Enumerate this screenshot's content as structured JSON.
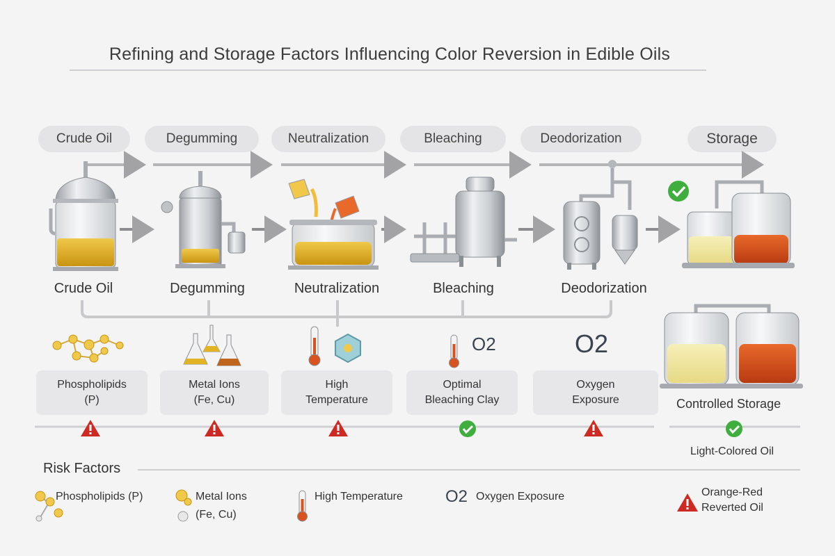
{
  "title": "Refining and Storage Factors Influencing Color Reversion in Edible Oils",
  "steps": [
    "Crude Oil",
    "Degumming",
    "Neutralization",
    "Bleaching",
    "Deodorization",
    "Storage"
  ],
  "stage_labels": [
    "Crude Oil",
    "Degumming",
    "Neutralization",
    "Bleaching",
    "Deodorization"
  ],
  "factors": [
    {
      "line1": "Phospholipids",
      "line2": "(P)",
      "status": "warning"
    },
    {
      "line1": "Metal Ions",
      "line2": "(Fe, Cu)",
      "status": "warning"
    },
    {
      "line1": "High",
      "line2": "Temperature",
      "status": "warning"
    },
    {
      "line1": "Optimal",
      "line2": "Bleaching Clay",
      "status": "ok"
    },
    {
      "line1": "Oxygen",
      "line2": "Exposure",
      "status": "warning"
    }
  ],
  "factor_icon_text": {
    "o2_a": "O2",
    "o2_b": "O2"
  },
  "storage": {
    "controlled": "Controlled Storage",
    "result": "Light-Colored Oil"
  },
  "legend": {
    "title": "Risk Factors",
    "phospholipids": "Phospholipids (P)",
    "metal_line1": "Metal Ions",
    "metal_line2": "(Fe, Cu)",
    "temperature": "High Temperature",
    "o2_symbol": "O2",
    "oxygen": "Oxygen Exposure",
    "reverted_line1": "Orange-Red",
    "reverted_line2": "Reverted Oil"
  },
  "colors": {
    "light_oil": "#f1e7a0",
    "golden_oil": "#e2b322",
    "reverted_oil": "#d9531e",
    "warning": "#cc2a23",
    "ok": "#3fae3f",
    "arrow": "#9b9b9e"
  },
  "icons": [
    "warning-icon",
    "check-icon",
    "thermometer-icon",
    "molecule-icon",
    "flask-icon",
    "o2-icon"
  ]
}
